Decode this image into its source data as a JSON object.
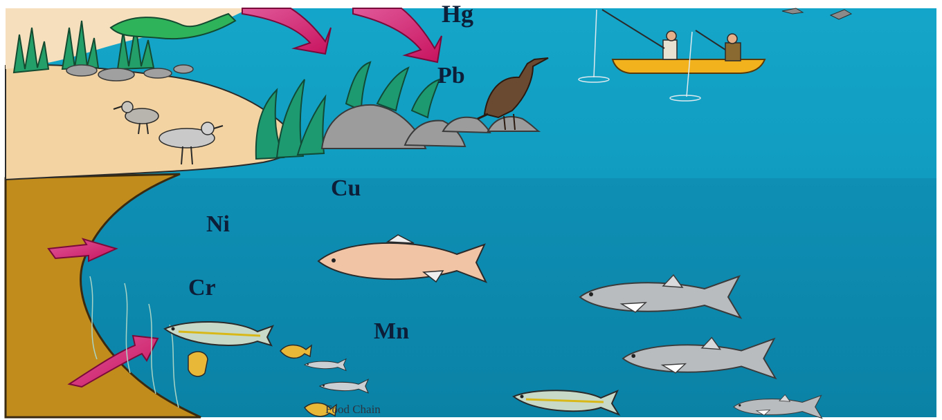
{
  "labels": {
    "hg": "Hg",
    "pb": "Pb",
    "cu": "Cu",
    "ni": "Ni",
    "cr": "Cr",
    "mn": "Mn",
    "food_chain": "Food Chain"
  },
  "colors": {
    "frame": "#ffffff",
    "surface_water": "#14a3c6",
    "deep_water": "#0e88ad",
    "beach_sand": "#f2d2a0",
    "sediment": "#c48d1e",
    "arrow": "#d0186e",
    "boat": "#f2b21e",
    "rock": "#9a9a9a"
  },
  "icons": [
    "deposition-arrow-icon",
    "runoff-arrow-icon",
    "shorebird-icon",
    "cormorant-icon",
    "fishing-boat-icon",
    "fish-icon",
    "rock-icon",
    "seaweed-icon"
  ]
}
